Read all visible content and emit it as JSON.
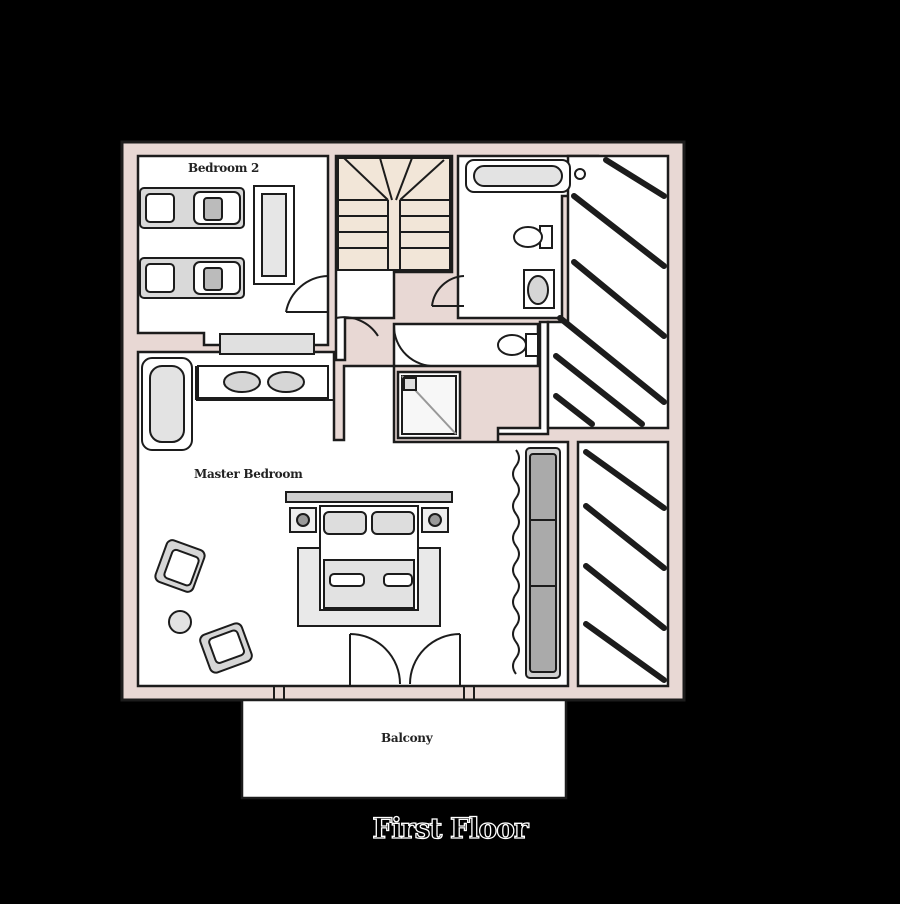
{
  "plan": {
    "title": "First Floor",
    "rooms": {
      "bedroom2": "Bedroom 2",
      "master_bedroom": "Master Bedroom",
      "balcony": "Balcony"
    }
  },
  "colors": {
    "background": "#000000",
    "floor": "#ffffff",
    "wall": "#e8d8d4",
    "outline": "#1c1c1c",
    "stairs": "#f2e6d8",
    "fixture_shadow": "#bdbdbd"
  },
  "icons": [
    "bed-icon",
    "bathtub-icon",
    "toilet-icon",
    "sink-icon",
    "armchair-icon",
    "wardrobe-icon",
    "staircase-icon",
    "door-swing-icon"
  ]
}
